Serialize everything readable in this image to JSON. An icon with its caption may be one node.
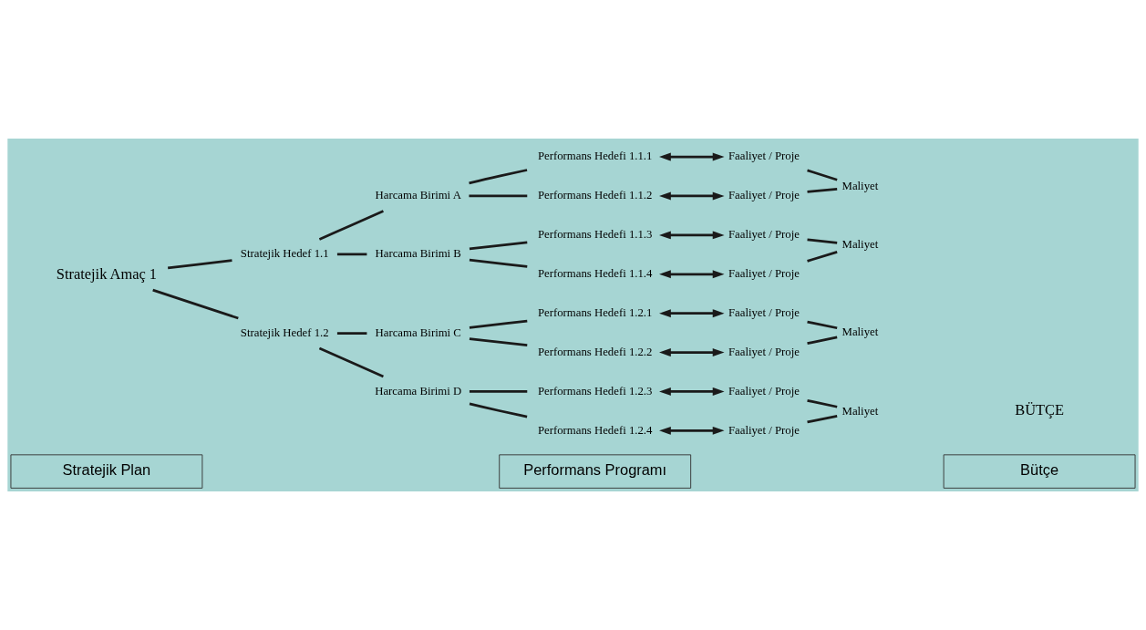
{
  "diagram": {
    "nodes": [
      {
        "text": [
          "Stratejik Amaç 1"
        ]
      },
      {
        "text": [
          "Stratejik Hedef 1.1"
        ]
      },
      {
        "text": [
          "Stratejik Hedef 1.2"
        ]
      },
      {
        "text": [
          "Harcama Birimi A"
        ]
      },
      {
        "text": [
          "Harcama Birimi B"
        ]
      },
      {
        "text": [
          "Harcama Birimi C"
        ]
      },
      {
        "text": [
          "Harcama Birimi D"
        ]
      },
      {
        "text": [
          "Performans Hedefi 1.1.1"
        ]
      },
      {
        "text": [
          "Performans Hedefi 1.1.2"
        ]
      },
      {
        "text": [
          "Performans Hedefi 1.1.3"
        ]
      },
      {
        "text": [
          "Performans Hedefi 1.1.4"
        ]
      },
      {
        "text": [
          "Performans Hedefi 1.2.1"
        ]
      },
      {
        "text": [
          "Performans Hedefi 1.2.2"
        ]
      },
      {
        "text": [
          "Performans Hedefi 1.2.3"
        ]
      },
      {
        "text": [
          "Performans Hedefi 1.2.4"
        ]
      },
      {
        "text": [
          "Faaliyet / Proje"
        ]
      },
      {
        "text": [
          "Faaliyet / Proje"
        ]
      },
      {
        "text": [
          "Faaliyet / Proje"
        ]
      },
      {
        "text": [
          "Faaliyet / Proje"
        ]
      },
      {
        "text": [
          "Faaliyet / Proje"
        ]
      },
      {
        "text": [
          "Faaliyet / Proje"
        ]
      },
      {
        "text": [
          "Faaliyet / Proje"
        ]
      },
      {
        "text": [
          "Faaliyet / Proje"
        ]
      },
      {
        "text": [
          "Maliyet"
        ]
      },
      {
        "text": [
          "Maliyet"
        ]
      },
      {
        "text": [
          "Maliyet"
        ]
      },
      {
        "text": [
          "Maliyet"
        ]
      },
      {
        "text": [
          "BÜTÇE"
        ]
      },
      {
        "text": [
          "Stratejik Plan"
        ]
      },
      {
        "text": [
          "Performans Programı"
        ]
      },
      {
        "text": [
          "Bütçe"
        ]
      }
    ],
    "edges": [
      {
        "from": 0,
        "to": 1,
        "arrow": "none"
      },
      {
        "from": 0,
        "to": 2,
        "arrow": "none"
      },
      {
        "from": 1,
        "to": 3,
        "arrow": "none"
      },
      {
        "from": 1,
        "to": 4,
        "arrow": "none"
      },
      {
        "from": 2,
        "to": 5,
        "arrow": "none"
      },
      {
        "from": 2,
        "to": 6,
        "arrow": "none"
      },
      {
        "from": 3,
        "to": 7,
        "arrow": "none"
      },
      {
        "from": 3,
        "to": 8,
        "arrow": "none"
      },
      {
        "from": 4,
        "to": 9,
        "arrow": "none"
      },
      {
        "from": 4,
        "to": 10,
        "arrow": "none"
      },
      {
        "from": 5,
        "to": 11,
        "arrow": "none"
      },
      {
        "from": 5,
        "to": 12,
        "arrow": "none"
      },
      {
        "from": 6,
        "to": 13,
        "arrow": "none"
      },
      {
        "from": 6,
        "to": 14,
        "arrow": "none"
      },
      {
        "from": 7,
        "to": 15,
        "arrow": "both"
      },
      {
        "from": 8,
        "to": 16,
        "arrow": "both"
      },
      {
        "from": 9,
        "to": 17,
        "arrow": "both"
      },
      {
        "from": 10,
        "to": 18,
        "arrow": "both"
      },
      {
        "from": 11,
        "to": 19,
        "arrow": "both"
      },
      {
        "from": 12,
        "to": 20,
        "arrow": "both"
      },
      {
        "from": 13,
        "to": 21,
        "arrow": "both"
      },
      {
        "from": 14,
        "to": 22,
        "arrow": "both"
      },
      {
        "from": 15,
        "to": 23,
        "arrow": "none"
      },
      {
        "from": 16,
        "to": 23,
        "arrow": "none"
      },
      {
        "from": 17,
        "to": 24,
        "arrow": "none"
      },
      {
        "from": 18,
        "to": 24,
        "arrow": "none"
      },
      {
        "from": 19,
        "to": 25,
        "arrow": "none"
      },
      {
        "from": 20,
        "to": 25,
        "arrow": "none"
      },
      {
        "from": 21,
        "to": 26,
        "arrow": "none"
      },
      {
        "from": 22,
        "to": 26,
        "arrow": "none"
      }
    ]
  }
}
